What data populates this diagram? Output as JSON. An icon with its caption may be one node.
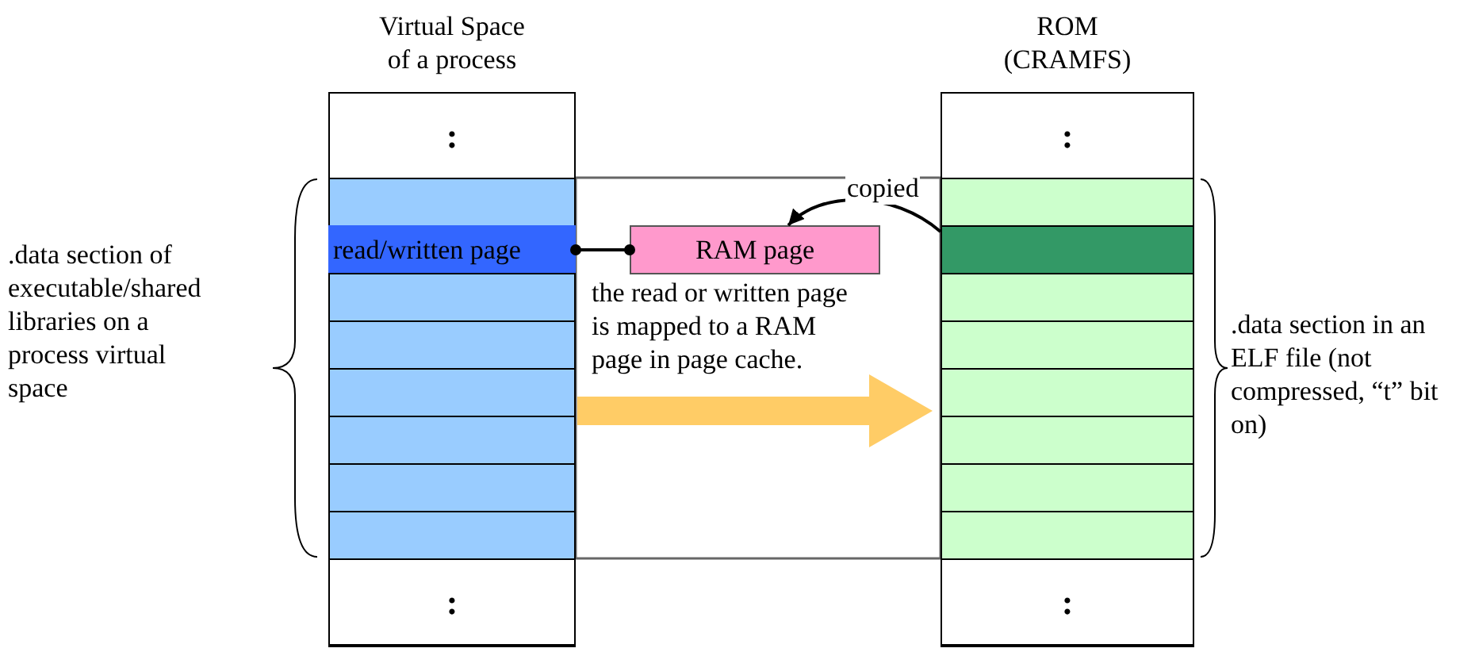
{
  "diagram": {
    "nodes": [
      {
        "text": [
          "Virtual Space of a process"
        ]
      },
      {
        "text": [
          ":"
        ],
        "in": 0
      },
      {
        "text": [],
        "shape": "box",
        "in": 0
      },
      {
        "text": [
          "read/written page"
        ],
        "in": 0
      },
      {
        "text": [],
        "shape": "box",
        "in": 0
      },
      {
        "text": [],
        "shape": "box",
        "in": 0
      },
      {
        "text": [],
        "shape": "box",
        "in": 0
      },
      {
        "text": [],
        "shape": "box",
        "in": 0
      },
      {
        "text": [],
        "shape": "box",
        "in": 0
      },
      {
        "text": [],
        "shape": "box",
        "in": 0
      },
      {
        "text": [
          ":"
        ],
        "in": 0
      },
      {
        "text": [
          "RAM page"
        ]
      },
      {
        "text": [
          "ROM (CRAMFS)"
        ]
      },
      {
        "text": [
          ":"
        ],
        "in": 12
      },
      {
        "text": [],
        "shape": "box",
        "in": 12
      },
      {
        "text": [],
        "shape": "box",
        "in": 12
      },
      {
        "text": [],
        "shape": "box",
        "in": 12
      },
      {
        "text": [],
        "shape": "box",
        "in": 12
      },
      {
        "text": [],
        "shape": "box",
        "in": 12
      },
      {
        "text": [],
        "shape": "box",
        "in": 12
      },
      {
        "text": [],
        "shape": "box",
        "in": 12
      },
      {
        "text": [],
        "shape": "box",
        "in": 12
      },
      {
        "text": [
          ":"
        ],
        "in": 12
      }
    ],
    "edges": [
      {
        "from": 3,
        "to": 11,
        "arrow": "other"
      },
      {
        "from": 15,
        "to": 11,
        "arrow": "to",
        "label": "copied"
      },
      {
        "from": 0,
        "to": 12,
        "arrow": "to",
        "style": "thick",
        "color": "#ffcc66"
      }
    ],
    "labels": [
      ".data section of executable/shared libraries on a process virtual space",
      "the read or written page is mapped to a RAM page in page cache.",
      ".data section in an ELF file (not compressed, “t” bit on)"
    ]
  }
}
